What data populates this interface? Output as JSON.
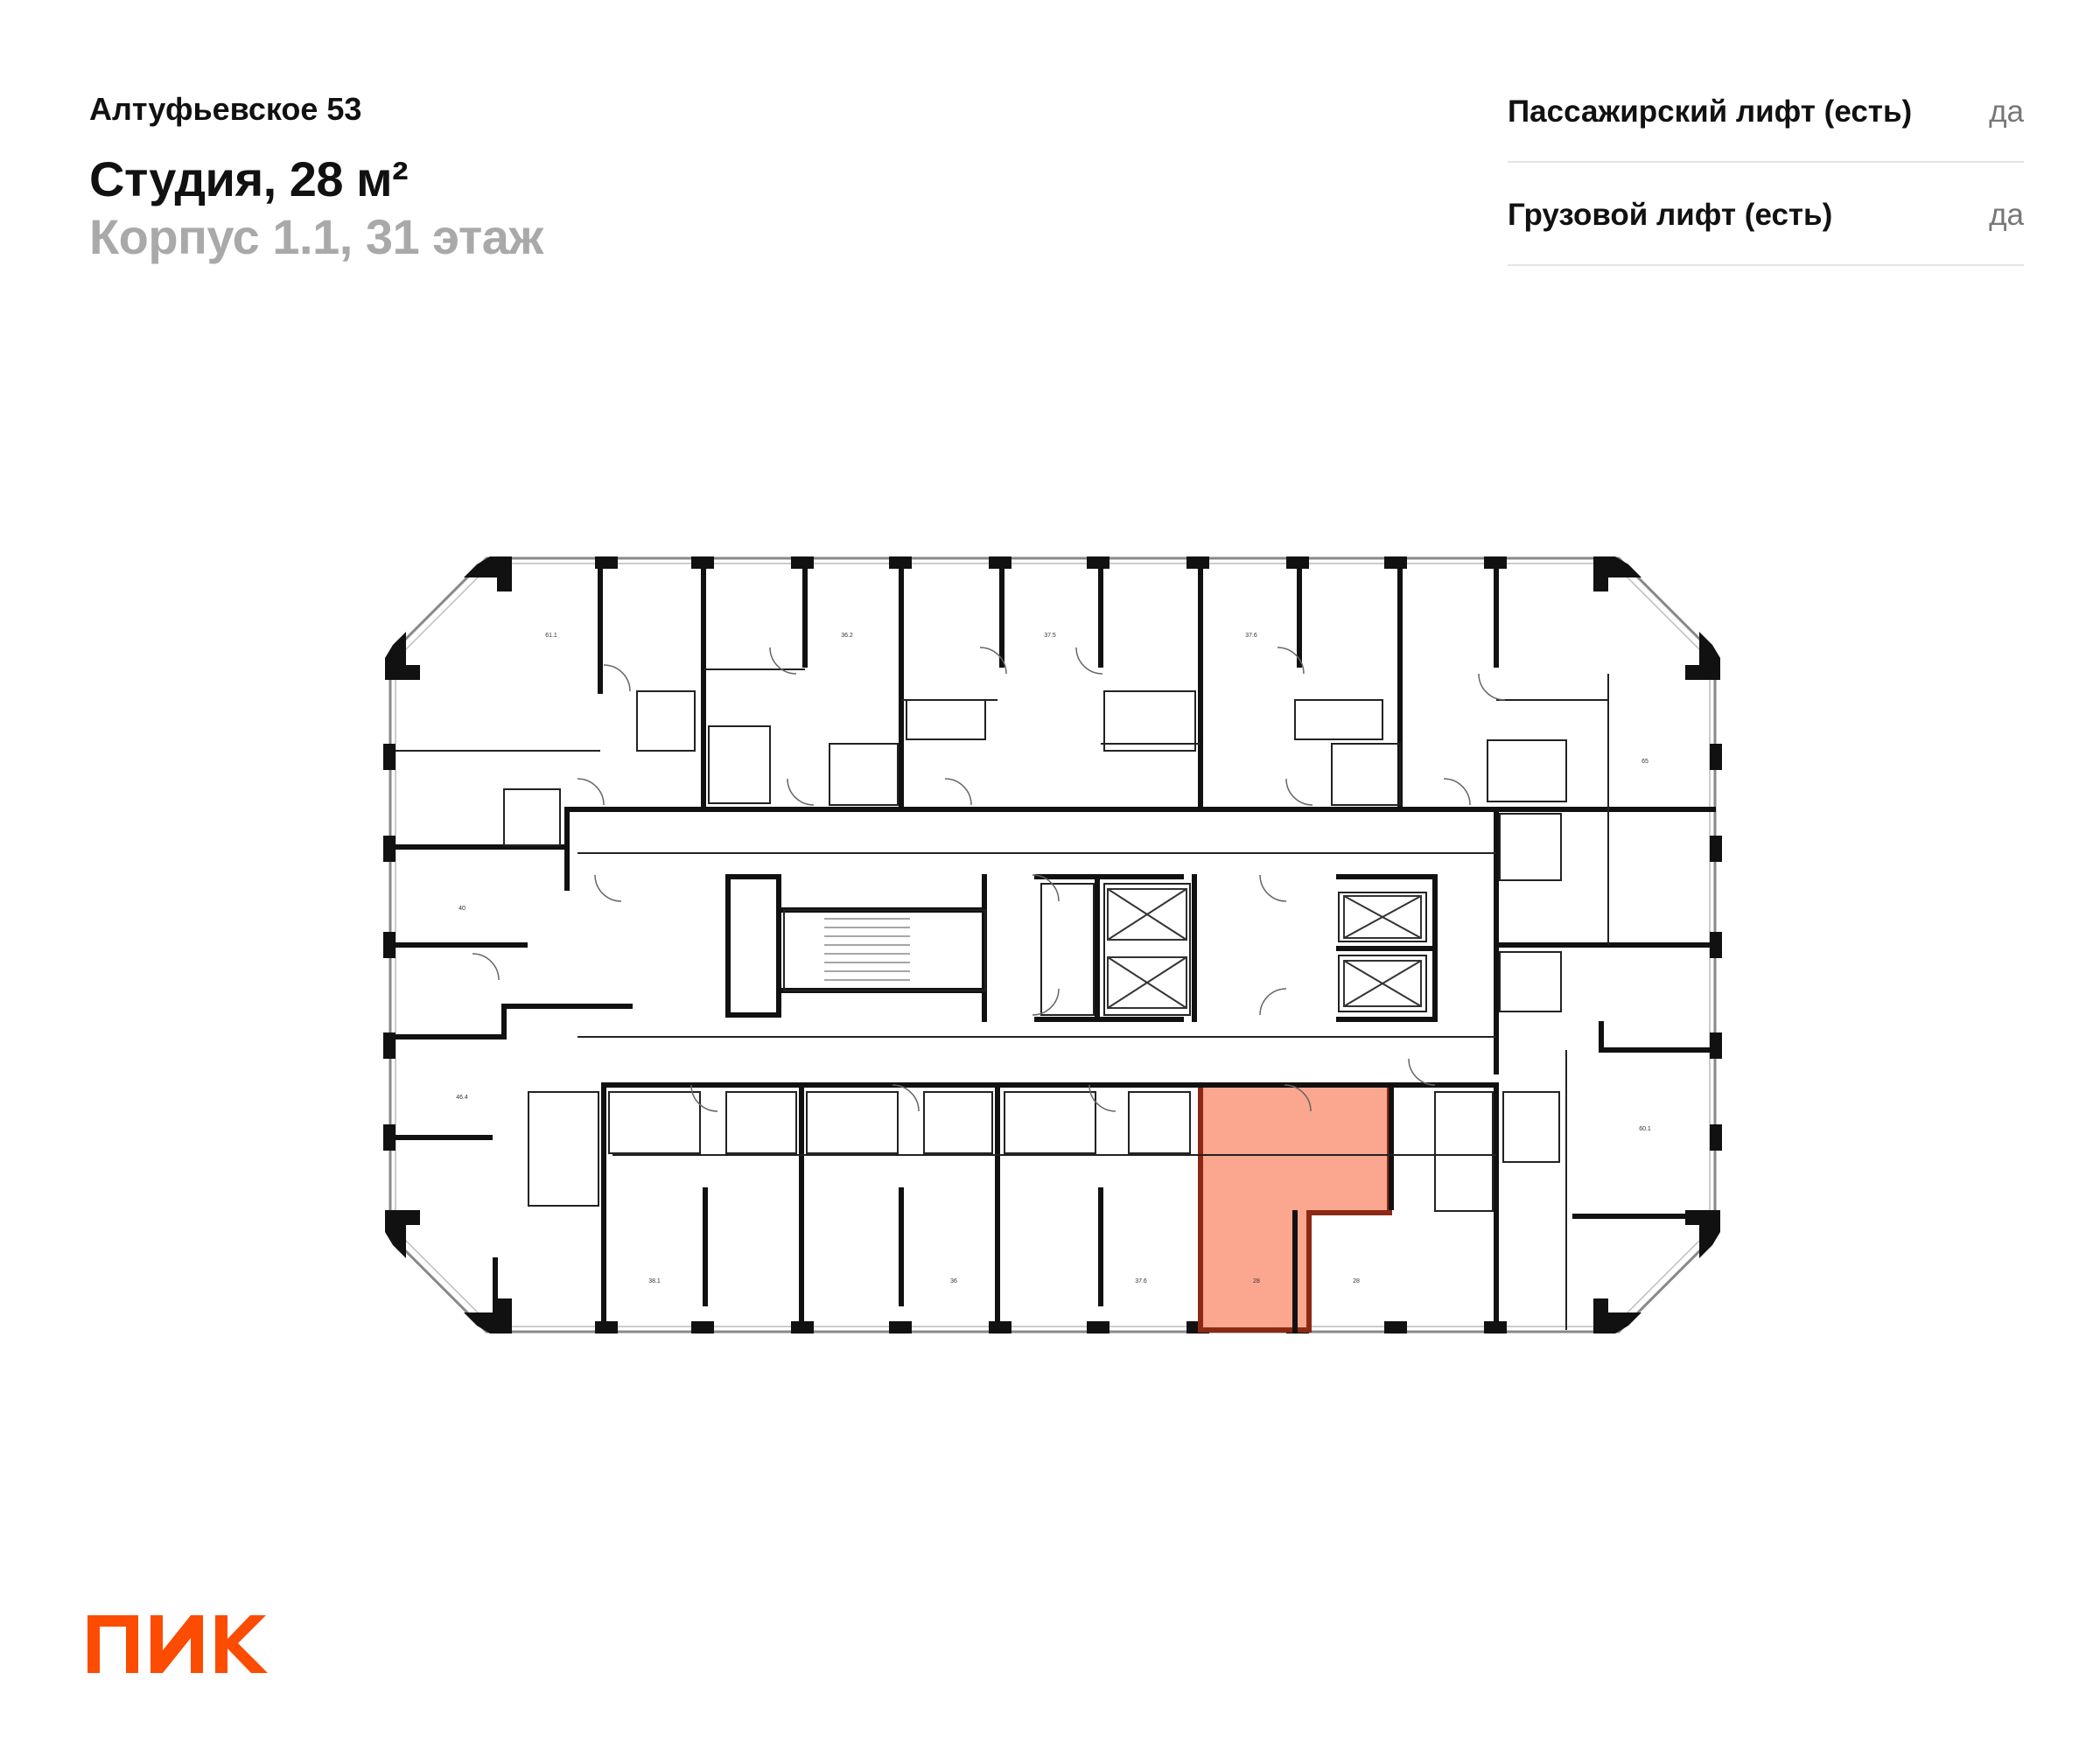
{
  "header": {
    "project_name": "Алтуфьевское 53",
    "unit_title": "Студия, 28 м²",
    "unit_location": "Корпус 1.1, 31 этаж"
  },
  "features": [
    {
      "label": "Пассажирский лифт (есть)",
      "value": "да"
    },
    {
      "label": "Грузовой лифт (есть)",
      "value": "да"
    }
  ],
  "floor_plan": {
    "highlight_color": "#fba68f",
    "highlight_outline_color": "#8b2a14",
    "wall_color": "#111111",
    "room_areas": {
      "top_1": "61.1",
      "top_2": "36.2",
      "top_3": "37.5",
      "top_4": "37.6",
      "right_top": "65",
      "left_mid": "40",
      "left_low": "46.4",
      "right_low": "60.1",
      "bottom_1": "38.1",
      "bottom_2": "36",
      "bottom_3": "37.6",
      "bottom_selected": "28",
      "bottom_5": "28"
    }
  },
  "brand": {
    "logo_text": "ПИК",
    "logo_color": "#fc4c02"
  }
}
